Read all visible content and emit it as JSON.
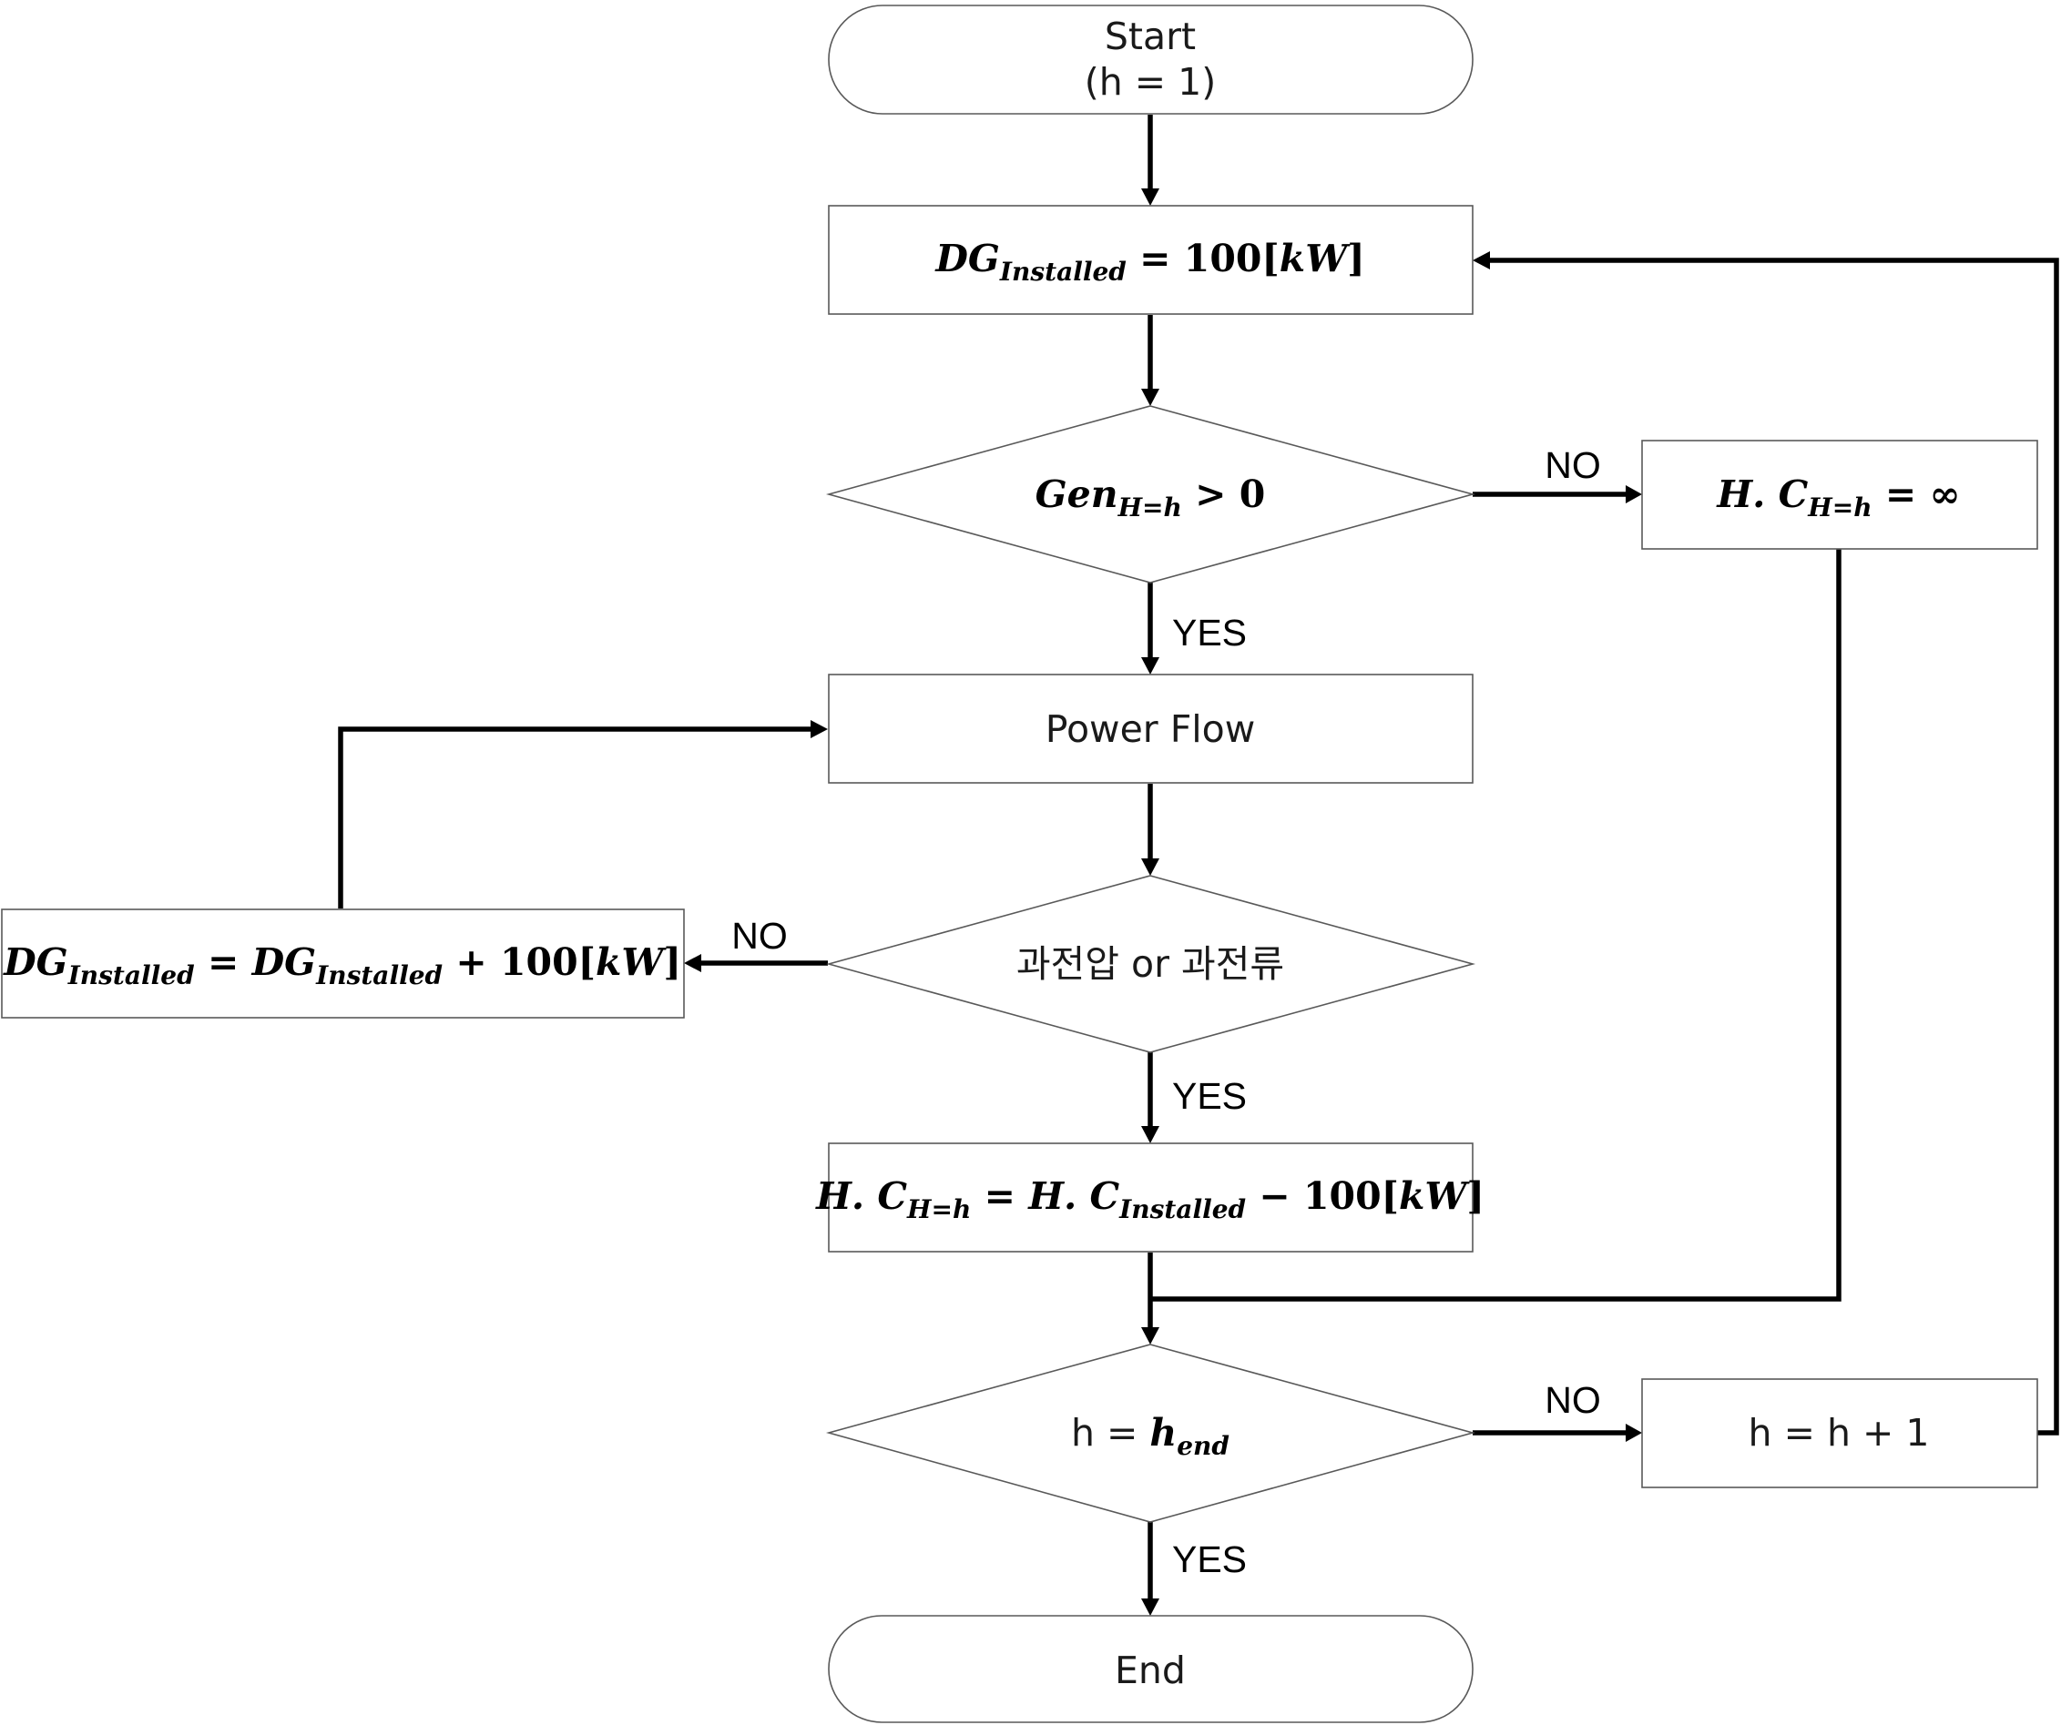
{
  "start": {
    "line1": "Start",
    "line2": "(h = 1)"
  },
  "dg_init": {
    "var": "DG",
    "sub": "Installed",
    "rhs": " = 100[",
    "unit": "kW",
    "close": "]"
  },
  "gen_check": {
    "var": "Gen",
    "sub": "H=h",
    "rhs": " > 0"
  },
  "hc_inf": {
    "var": "H. C",
    "sub": "H=h",
    "rhs": " =  ∞"
  },
  "power_flow": {
    "label": "Power Flow"
  },
  "over_check": {
    "label": "과전압 or 과전류"
  },
  "dg_increment": {
    "var1": "DG",
    "sub1": "Installed",
    "eq": " = ",
    "var2": "DG",
    "sub2": "Installed",
    "rhs": "  +  100[",
    "unit": "kW",
    "close": "]"
  },
  "hc_result": {
    "var1": "H. C",
    "sub1": "H=h",
    "eq": " = ",
    "var2": "H. C",
    "sub2": "Installed",
    "rhs": " − 100[",
    "unit": "kW",
    "close": "]"
  },
  "h_end_check": {
    "lhs": "h = ",
    "var": "h",
    "sub": "end"
  },
  "h_increment": {
    "label": "h = h + 1"
  },
  "end": {
    "label": "End"
  },
  "edge_labels": {
    "gen_no": "NO",
    "gen_yes": "YES",
    "over_no": "NO",
    "over_yes": "YES",
    "hend_no": "NO",
    "hend_yes": "YES"
  }
}
